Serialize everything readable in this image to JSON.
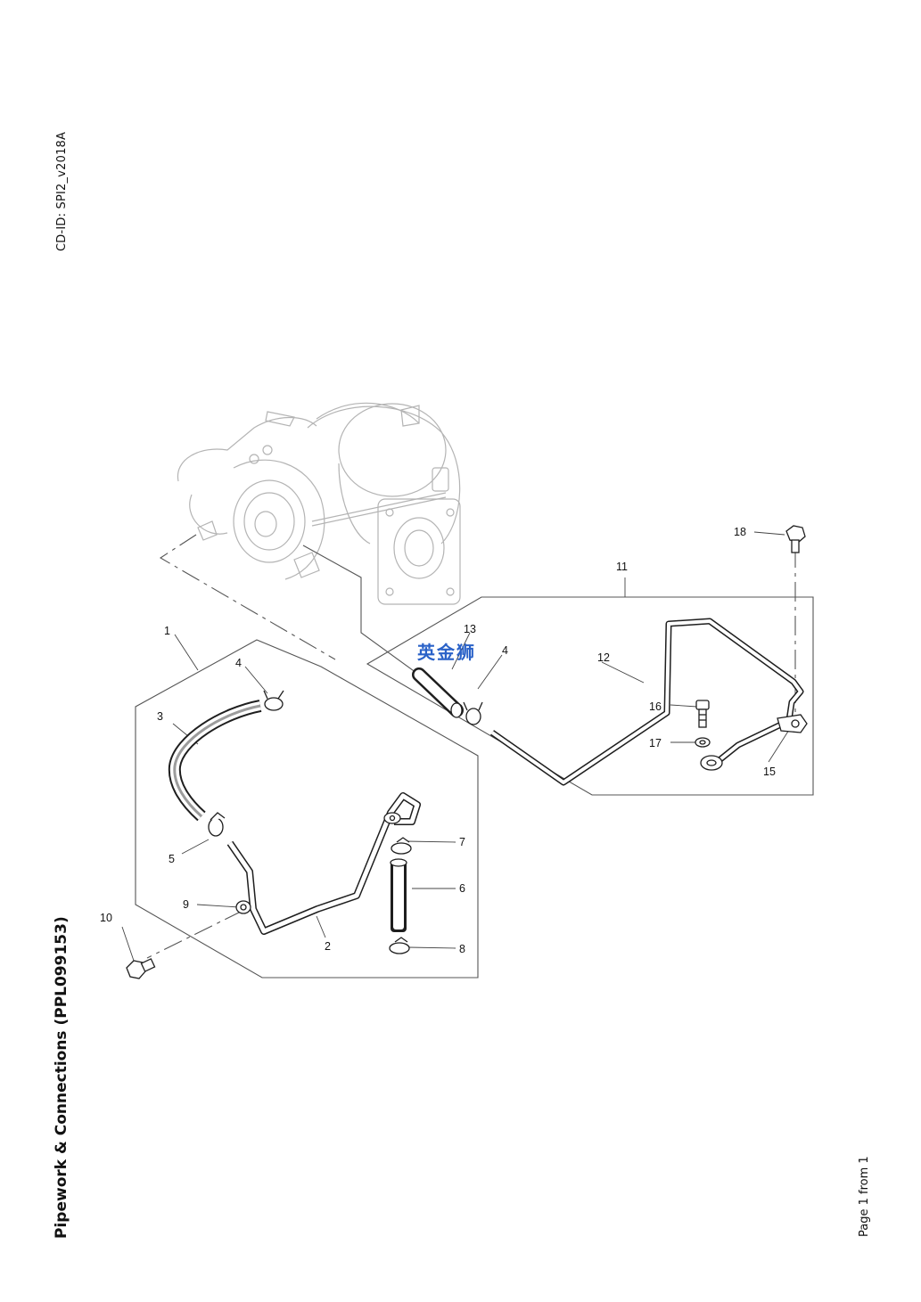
{
  "header": {
    "cd_id": "CD-ID: SPI2_v2018A"
  },
  "title": "Pipework & Connections (PPL099153)",
  "footer": {
    "page_label": "Page 1 from 1"
  },
  "watermark": "英金狮",
  "callouts": {
    "c1": "1",
    "c2": "2",
    "c3": "3",
    "c4a": "4",
    "c4b": "4",
    "c5": "5",
    "c6": "6",
    "c7": "7",
    "c8": "8",
    "c9": "9",
    "c10": "10",
    "c11": "11",
    "c12": "12",
    "c13": "13",
    "c15": "15",
    "c16": "16",
    "c17": "17",
    "c18": "18"
  }
}
